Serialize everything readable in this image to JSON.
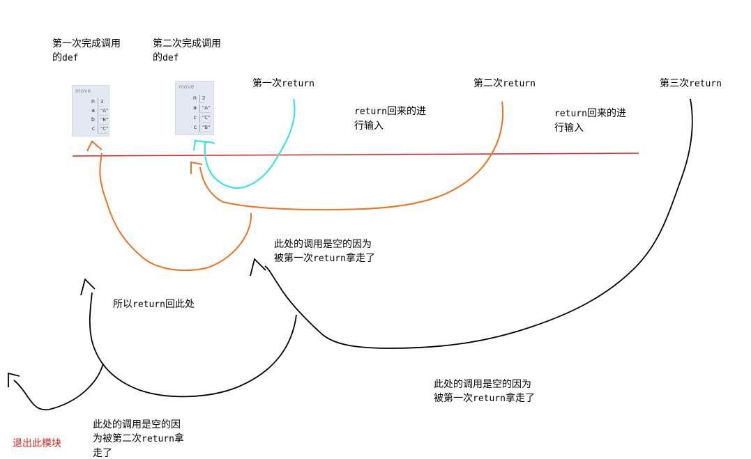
{
  "labels": {
    "first_done_line1": "第一次完成调用",
    "first_done_line2_pre": "的",
    "first_done_line2_code": "def",
    "second_done_line1": "第二次完成调用",
    "second_done_line2_pre": "的",
    "second_done_line2_code": "def",
    "ret1_pre": "第一次",
    "ret1_code": "return",
    "ret2_pre": "第二次",
    "ret2_code": "return",
    "ret3_pre": "第三次",
    "ret3_code": "return",
    "input_a_code": "return",
    "input_a_post": "回来的进",
    "input_a_line2": "行输入",
    "input_b_code": "return",
    "input_b_post": "回来的进",
    "input_b_line2": "行输入",
    "empty1_line1": "此处的调用是空的因为",
    "empty1_line2_pre": "被第一次",
    "empty1_line2_code": "return",
    "empty1_line2_post": "拿走了",
    "so_return_pre": "所以",
    "so_return_code": "return",
    "so_return_post": "回此处",
    "empty2_line1": "此处的调用是空的因为",
    "empty2_line2_pre": "被第一次",
    "empty2_line2_code": "return",
    "empty2_line2_post": "拿走了",
    "empty3_line1": "此处的调用是空的因",
    "empty3_line2_pre": "为被第二次",
    "empty3_line2_code": "return",
    "empty3_line2_post": "拿",
    "empty3_line3": "走了",
    "exit_module": "退出此模块"
  },
  "frames": [
    {
      "title": "move",
      "vars": [
        {
          "name": "n",
          "value": "3"
        },
        {
          "name": "a",
          "value": "\"A\""
        },
        {
          "name": "b",
          "value": "\"B\""
        },
        {
          "name": "c",
          "value": "\"C\""
        }
      ]
    },
    {
      "title": "move",
      "vars": [
        {
          "name": "n",
          "value": "2"
        },
        {
          "name": "a",
          "value": "\"A\""
        },
        {
          "name": "c",
          "value": "\"C\""
        },
        {
          "name": "c",
          "value": "\"B\""
        }
      ]
    }
  ],
  "colors": {
    "divider": "#e0201c",
    "orange_stroke": "#f0701e",
    "cyan_stroke": "#22e6ee",
    "black_stroke": "#000000",
    "exit_text": "#e0201c"
  }
}
